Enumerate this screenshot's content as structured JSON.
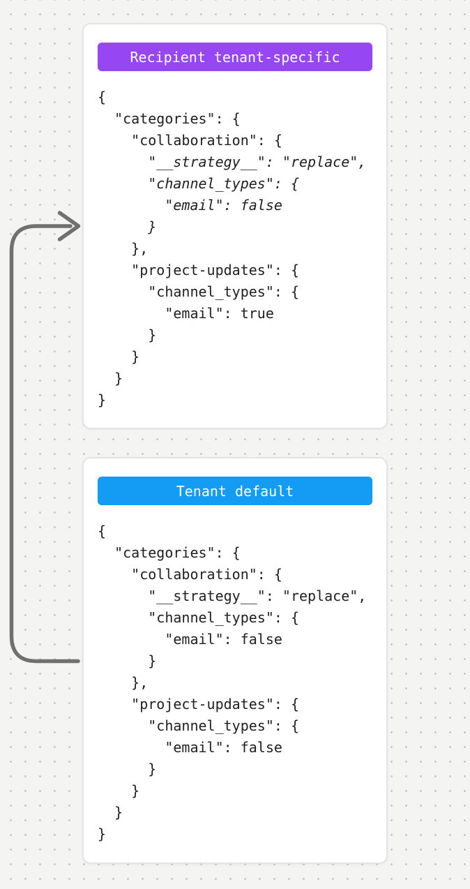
{
  "page": {
    "background_color": "#f4f4f3",
    "dot_color": "#c2c2c2"
  },
  "arrow": {
    "color": "#707070",
    "from": "tenant-default-card",
    "to": "recipient-tenant-specific-card"
  },
  "cards": [
    {
      "id": "recipient-tenant-specific",
      "badge": {
        "label": "Recipient tenant-specific",
        "color": "#9646f3",
        "text_color": "#ffffff"
      },
      "code_lines": [
        {
          "text": "{",
          "emphasis": false
        },
        {
          "text": "  \"categories\": {",
          "emphasis": false
        },
        {
          "text": "    \"collaboration\": {",
          "emphasis": false
        },
        {
          "text": "      \"__strategy__\": \"replace\",",
          "emphasis": true
        },
        {
          "text": "      \"channel_types\": {",
          "emphasis": true
        },
        {
          "text": "        \"email\": false",
          "emphasis": true
        },
        {
          "text": "      }",
          "emphasis": true
        },
        {
          "text": "    },",
          "emphasis": false
        },
        {
          "text": "    \"project-updates\": {",
          "emphasis": false
        },
        {
          "text": "      \"channel_types\": {",
          "emphasis": false
        },
        {
          "text": "        \"email\": true",
          "emphasis": false
        },
        {
          "text": "      }",
          "emphasis": false
        },
        {
          "text": "    }",
          "emphasis": false
        },
        {
          "text": "  }",
          "emphasis": false
        },
        {
          "text": "}",
          "emphasis": false
        }
      ]
    },
    {
      "id": "tenant-default",
      "badge": {
        "label": "Tenant default",
        "color": "#149bf3",
        "text_color": "#ffffff"
      },
      "code_lines": [
        {
          "text": "{",
          "emphasis": false
        },
        {
          "text": "  \"categories\": {",
          "emphasis": false
        },
        {
          "text": "    \"collaboration\": {",
          "emphasis": false
        },
        {
          "text": "      \"__strategy__\": \"replace\",",
          "emphasis": false
        },
        {
          "text": "      \"channel_types\": {",
          "emphasis": false
        },
        {
          "text": "        \"email\": false",
          "emphasis": false
        },
        {
          "text": "      }",
          "emphasis": false
        },
        {
          "text": "    },",
          "emphasis": false
        },
        {
          "text": "    \"project-updates\": {",
          "emphasis": false
        },
        {
          "text": "      \"channel_types\": {",
          "emphasis": false
        },
        {
          "text": "        \"email\": false",
          "emphasis": false
        },
        {
          "text": "      }",
          "emphasis": false
        },
        {
          "text": "    }",
          "emphasis": false
        },
        {
          "text": "  }",
          "emphasis": false
        },
        {
          "text": "}",
          "emphasis": false
        }
      ]
    }
  ]
}
